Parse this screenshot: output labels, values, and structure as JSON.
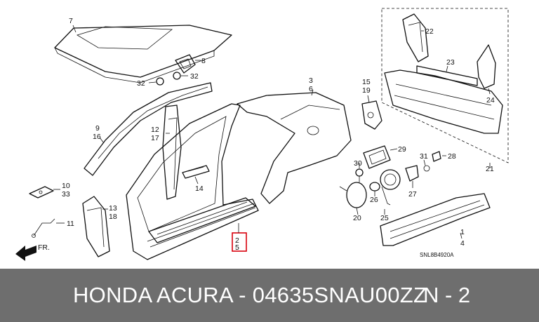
{
  "callouts": {
    "c1": "1",
    "c2": "2",
    "c3": "3",
    "c4": "4",
    "c5": "5",
    "c6": "6",
    "c7": "7",
    "c8": "8",
    "c9": "9",
    "c10": "10",
    "c11": "11",
    "c12": "12",
    "c13": "13",
    "c14": "14",
    "c15": "15",
    "c16": "16",
    "c17": "17",
    "c18": "18",
    "c19": "19",
    "c20": "20",
    "c21": "21",
    "c22": "22",
    "c23": "23",
    "c24": "24",
    "c25": "25",
    "c26": "26",
    "c27": "27",
    "c28": "28",
    "c29": "29",
    "c30": "30",
    "c31": "31",
    "c32a": "32",
    "c32b": "32",
    "c33": "33"
  },
  "diagram_code": "SNL8B4920A",
  "fr_label": "FR.",
  "caption": {
    "text": "HONDA ACURA - 04635SNAU00ZZ",
    "suffix": "N - 2"
  },
  "highlight_color": "#d9000d"
}
